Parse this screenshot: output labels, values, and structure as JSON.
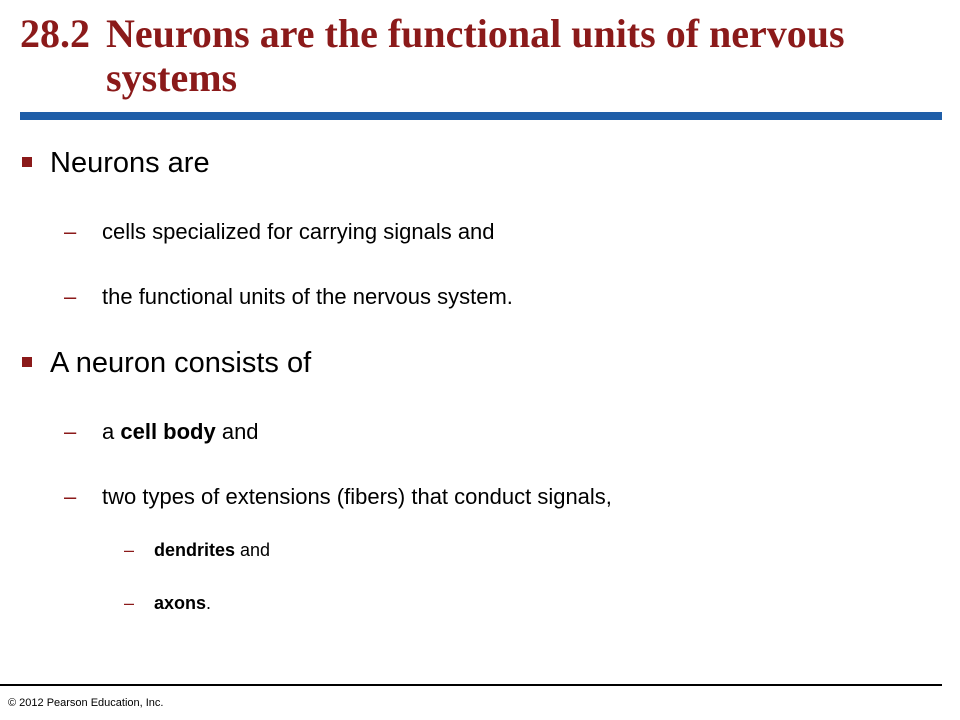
{
  "slide": {
    "title_number": "28.2",
    "title_text": "Neurons are the functional units of nervous systems"
  },
  "section1": {
    "heading": "Neurons are",
    "items": [
      "cells specialized for carrying signals and",
      "the functional units of the nervous system."
    ]
  },
  "section2": {
    "heading": "A neuron consists of",
    "item1": {
      "prefix": "a ",
      "bold": "cell body",
      "suffix": " and"
    },
    "item2": "two types of extensions (fibers) that conduct signals,",
    "sub1": {
      "bold": "dendrites",
      "suffix": " and"
    },
    "sub2": {
      "bold": "axons",
      "suffix": "."
    }
  },
  "dash_glyph": "–",
  "footer": {
    "copyright": "© 2012 Pearson Education, Inc."
  },
  "colors": {
    "title": "#8b1a1a",
    "rule": "#1f5ea8",
    "bullet": "#8b1a1a"
  }
}
